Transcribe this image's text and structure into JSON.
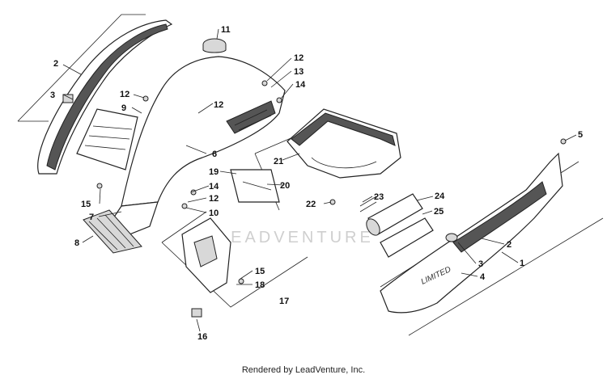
{
  "callouts": {
    "c1": "1",
    "c2a": "2",
    "c2b": "2",
    "c3a": "3",
    "c3b": "3",
    "c4": "4",
    "c5": "5",
    "c6": "6",
    "c7": "7",
    "c8": "8",
    "c9": "9",
    "c10": "10",
    "c11": "11",
    "c12a": "12",
    "c12b": "12",
    "c12c": "12",
    "c12d": "12",
    "c13": "13",
    "c14a": "14",
    "c14b": "14",
    "c15a": "15",
    "c15b": "15",
    "c16": "16",
    "c17": "17",
    "c18": "18",
    "c19": "19",
    "c20": "20",
    "c21": "21",
    "c22": "22",
    "c23": "23",
    "c24": "24",
    "c25": "25"
  },
  "side_panel_text": "LIMITED",
  "watermark_text": "LEADVENTURE",
  "footer": "Rendered by LeadVenture, Inc."
}
